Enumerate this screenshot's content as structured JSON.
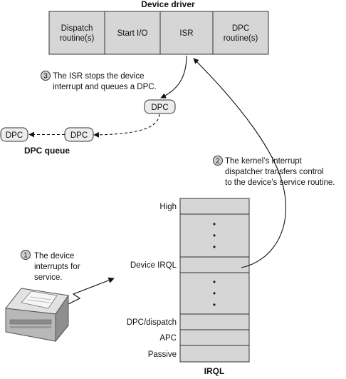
{
  "device_driver": {
    "title": "Device driver",
    "cells": [
      {
        "line1": "Dispatch",
        "line2": "routine(s)"
      },
      {
        "line1": "Start I/O",
        "line2": ""
      },
      {
        "line1": "ISR",
        "line2": ""
      },
      {
        "line1": "DPC",
        "line2": "routine(s)"
      }
    ]
  },
  "steps": [
    {
      "number": "3",
      "line1": "The ISR stops the device",
      "line2": "interrupt and queues a DPC.",
      "line3": ""
    },
    {
      "number": "2",
      "line1": "The kernel’s interrupt",
      "line2": "dispatcher transfers control",
      "line3": "to the device’s service routine."
    },
    {
      "number": "1",
      "line1": "The device",
      "line2": "interrupts for",
      "line3": "service."
    }
  ],
  "dpc": {
    "new_item": "DPC",
    "queue_items": [
      "DPC",
      "DPC"
    ],
    "queue_label": "DPC queue"
  },
  "irql": {
    "title": "IRQL",
    "levels": {
      "high": "High",
      "device": "Device IRQL",
      "dispatch": "DPC/dispatch",
      "apc": "APC",
      "passive": "Passive"
    },
    "ellipsis": "•"
  }
}
